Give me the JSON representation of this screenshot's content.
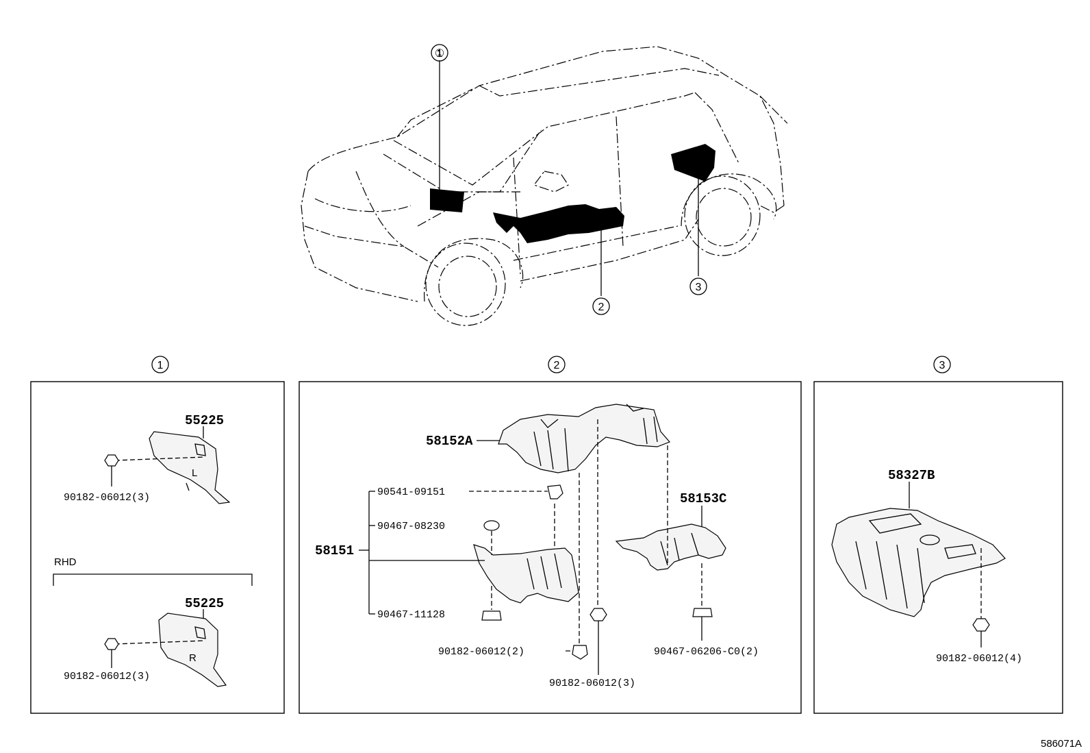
{
  "car": {
    "callouts": [
      "①",
      "②",
      "③"
    ]
  },
  "panels": [
    {
      "circle": "①",
      "top": {
        "part": "55225",
        "fastener": "90182-06012(3)"
      },
      "rhd_label": "RHD",
      "bottom": {
        "part": "55225",
        "fastener": "90182-06012(3)"
      }
    },
    {
      "circle": "②",
      "group_part": "58151",
      "parts": {
        "p58152a": "58152A",
        "p58153c": "58153C",
        "f1": "90541-09151",
        "f2": "90467-08230",
        "f3": "90467-11128",
        "f4": "90182-06012(2)",
        "f5": "90182-06012(3)",
        "f6": "90467-06206-C0(2)"
      }
    },
    {
      "circle": "③",
      "part": "58327B",
      "fastener": "90182-06012(4)"
    }
  ],
  "diagram_ref": "586071A"
}
